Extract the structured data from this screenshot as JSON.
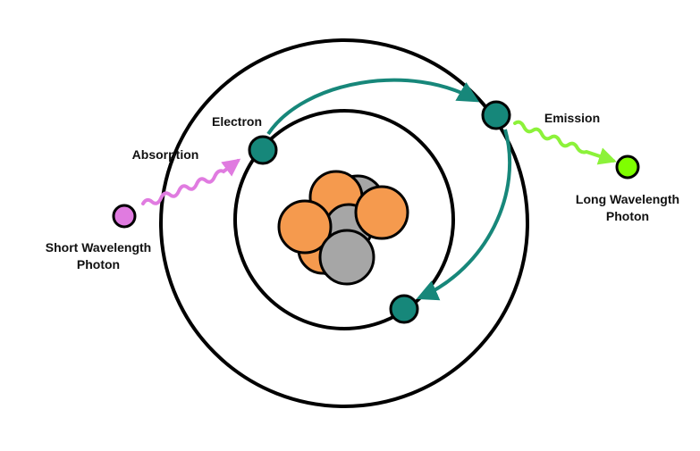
{
  "labels": {
    "electron": "Electron",
    "absorption": "Absorption",
    "emission": "Emission",
    "short_photon_line1": "Short Wavelength",
    "short_photon_line2": "Photon",
    "long_photon_line1": "Long Wavelength",
    "long_photon_line2": "Photon"
  },
  "colors": {
    "orbit": "#000000",
    "electron": "#16877a",
    "transition_arrow": "#17877a",
    "proton": "#f59a4e",
    "neutron": "#a6a6a6",
    "short_photon": "#e07be0",
    "long_photon": "#7fff00",
    "absorption_wave": "#e07be0",
    "emission_wave": "#8cf23a"
  }
}
